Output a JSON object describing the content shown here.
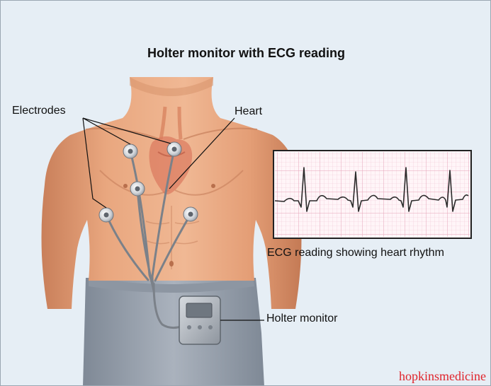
{
  "title": "Holter monitor with ECG reading",
  "labels": {
    "electrodes": "Electrodes",
    "heart": "Heart",
    "ecg_caption": "ECG reading showing heart rhythm",
    "holter_monitor": "Holter monitor"
  },
  "watermark": "hopkinsmedicine",
  "colors": {
    "background": "#e6eef5",
    "skin": "#e9a77f",
    "pants": "#9ea7b3",
    "ecg_grid": "#e5a3b8",
    "watermark": "#e0242c"
  }
}
